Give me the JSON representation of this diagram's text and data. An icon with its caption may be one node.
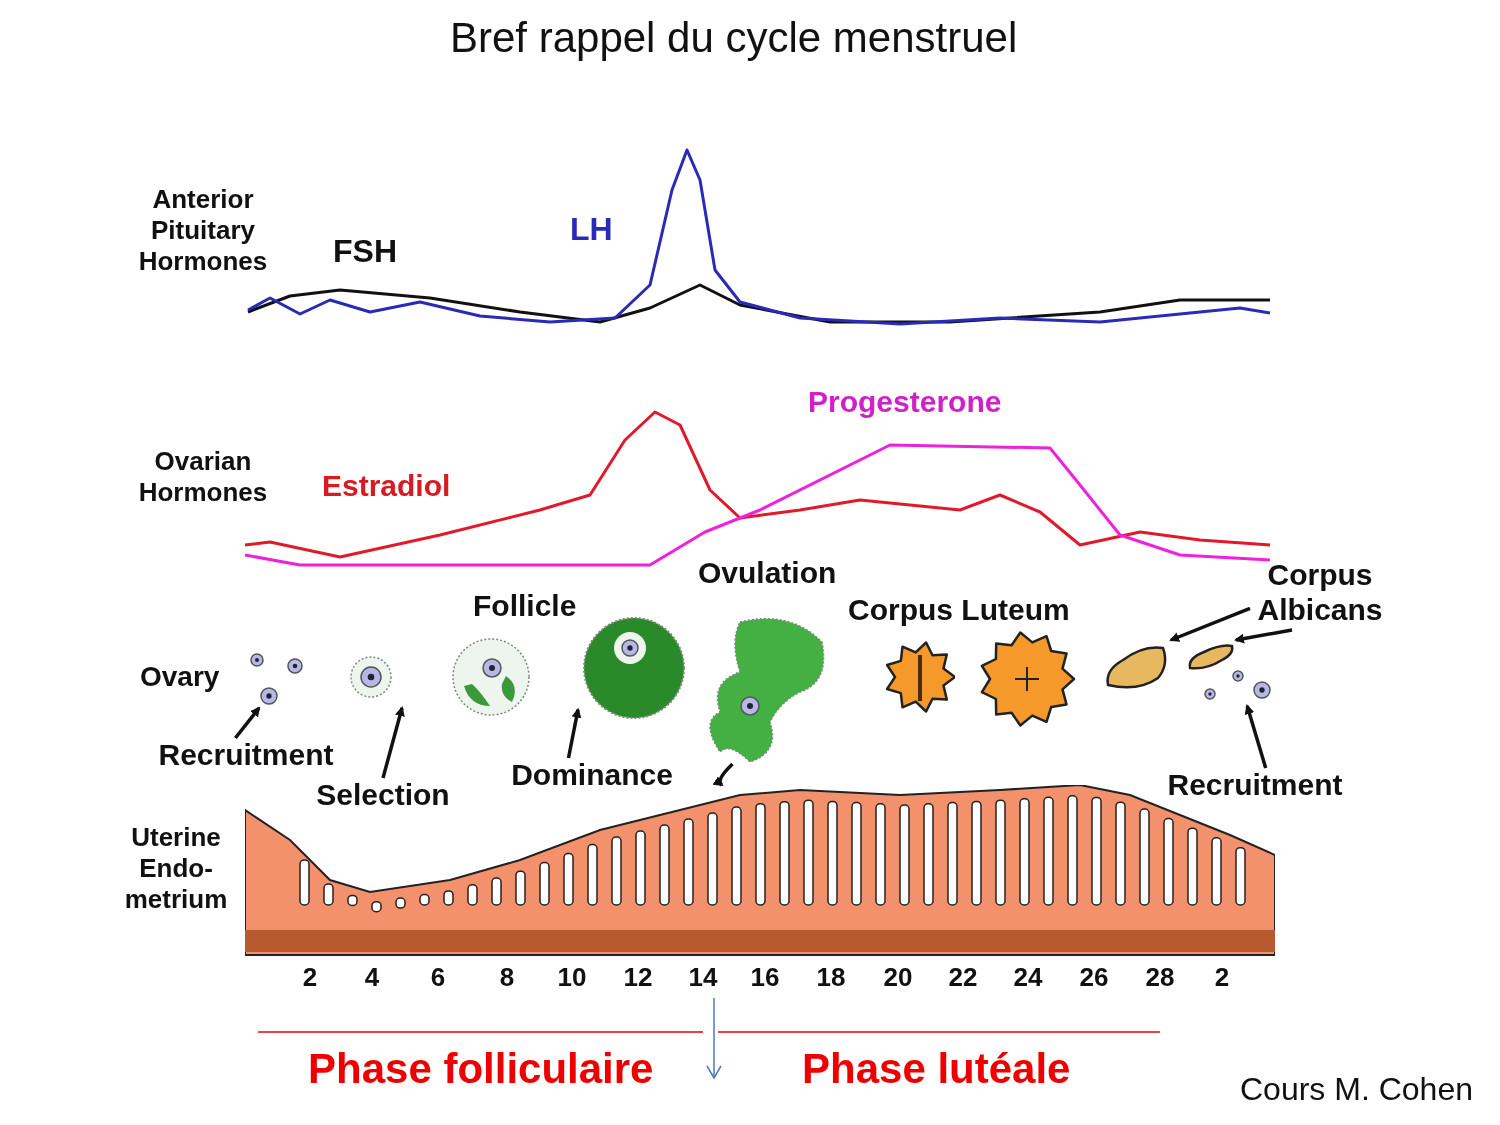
{
  "diagram": {
    "title": "Bref rappel du cycle menstruel",
    "nodes": [
      {
        "text": [
          "Corpus Albicans"
        ]
      },
      {
        "text": [],
        "shape": "picture"
      },
      {
        "text": [],
        "shape": "picture"
      },
      {
        "text": [],
        "shape": "picture"
      },
      {
        "text": [],
        "shape": "picture"
      },
      {
        "text": [],
        "shape": "picture"
      },
      {
        "text": [],
        "shape": "picture"
      },
      {
        "text": [],
        "shape": "picture"
      },
      {
        "text": [],
        "shape": "picture"
      },
      {
        "text": [],
        "shape": "picture"
      },
      {
        "text": [],
        "shape": "picture"
      },
      {
        "text": [
          "Recruitment"
        ]
      },
      {
        "text": [
          "Selection"
        ]
      },
      {
        "text": [
          "Dominance"
        ]
      },
      {
        "text": [
          "Recruitment"
        ]
      },
      {
        "text": [],
        "shape": "picture"
      }
    ],
    "edges": [
      {
        "from": 11,
        "to": 1,
        "arrow": "to"
      },
      {
        "from": 12,
        "to": 2,
        "arrow": "to"
      },
      {
        "from": 13,
        "to": 4,
        "arrow": "to"
      },
      {
        "from": 5,
        "to": 15,
        "arrow": "to"
      },
      {
        "from": 0,
        "to": 8,
        "arrow": "to"
      },
      {
        "from": 0,
        "to": 9,
        "arrow": "to"
      },
      {
        "from": 14,
        "to": 10,
        "arrow": "to"
      }
    ],
    "labels": [
      "Anterior Pituitary Hormones",
      "FSH",
      "LH",
      "Progesterone",
      "Ovarian Hormones",
      "Estradiol",
      "Ovulation",
      "Follicle",
      "Corpus Luteum",
      "Ovary",
      "Uterine Endo-metrium",
      "2",
      "4",
      "6",
      "8",
      "10",
      "12",
      "14",
      "16",
      "18",
      "20",
      "22",
      "24",
      "26",
      "28",
      "2",
      "Phase folliculaire",
      "Phase lutéale",
      "Cours M. Cohen"
    ]
  }
}
